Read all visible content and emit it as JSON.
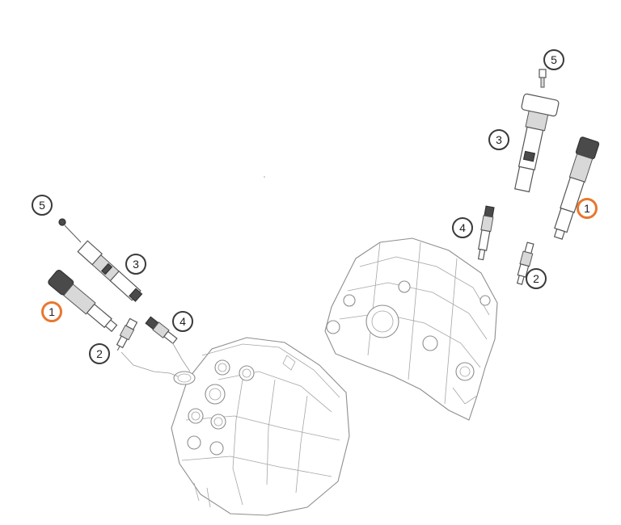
{
  "callouts": {
    "c1_left": "1",
    "c2_left": "2",
    "c3_left": "3",
    "c4_left": "4",
    "c5_left": "5",
    "c1_right": "1",
    "c2_right": "2",
    "c3_right": "3",
    "c4_right": "4",
    "c5_right": "5"
  },
  "colors": {
    "highlight_ring": "#e8772e",
    "callout_ring": "#3a3a3a",
    "line_art": "#8e8e8e"
  }
}
